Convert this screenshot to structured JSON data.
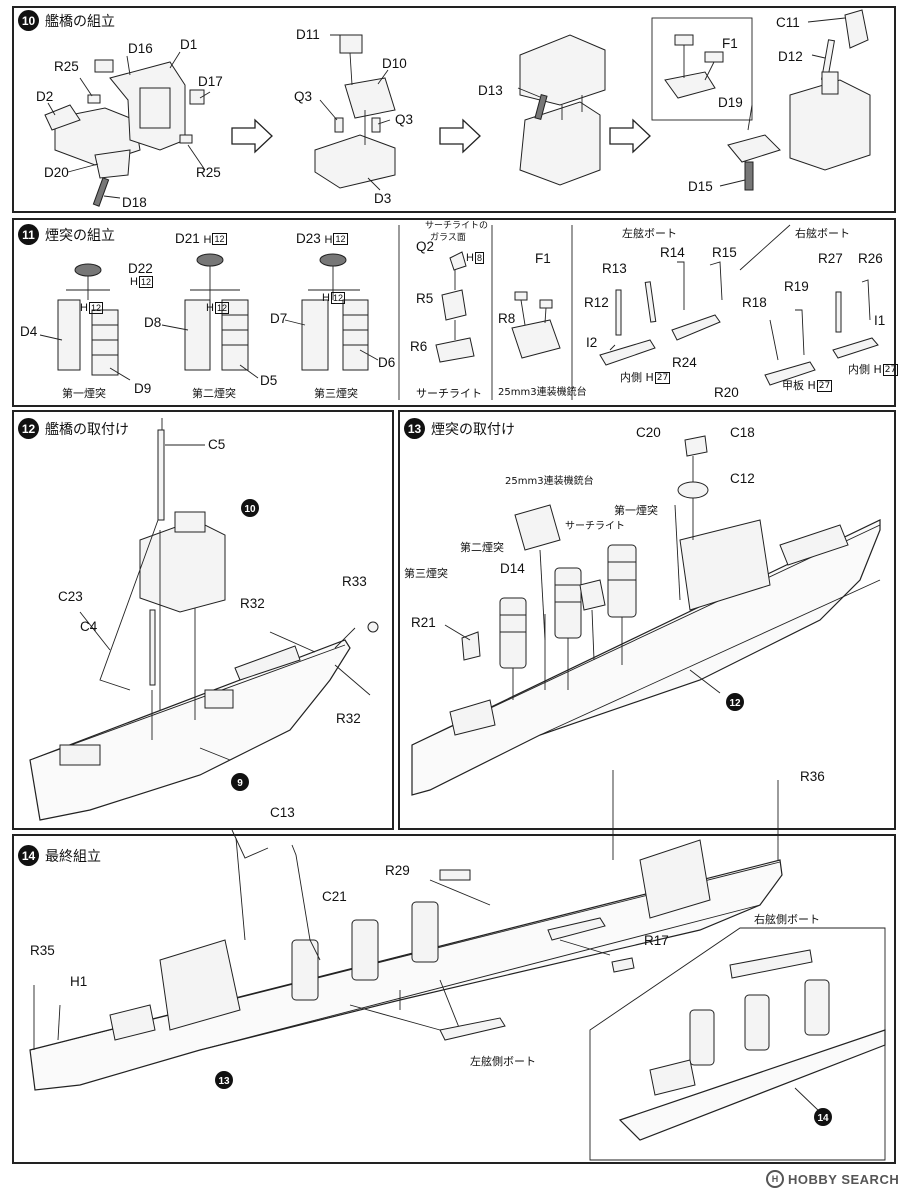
{
  "sections": [
    {
      "num": "10",
      "title": "艦橋の組立"
    },
    {
      "num": "11",
      "title": "煙突の組立"
    },
    {
      "num": "12",
      "title": "艦橋の取付け"
    },
    {
      "num": "13",
      "title": "煙突の取付け"
    },
    {
      "num": "14",
      "title": "最終組立"
    }
  ],
  "s10_labels": {
    "d16": "D16",
    "d1": "D1",
    "r25a": "R25",
    "d17": "D17",
    "d2": "D2",
    "d20": "D20",
    "r25b": "R25",
    "d18": "D18",
    "d11": "D11",
    "d10": "D10",
    "q3a": "Q3",
    "q3b": "Q3",
    "d3": "D3",
    "d13": "D13",
    "f1": "F1",
    "d19": "D19",
    "c11": "C11",
    "d12": "D12",
    "d15": "D15"
  },
  "s11_labels": {
    "d22": "D22",
    "h12a": "H",
    "h12a_box": "12",
    "h12b": "H",
    "h12b_box": "12",
    "d4": "D4",
    "d9": "D9",
    "funnel1": "第一煙突",
    "d21": "D21",
    "d21_h": "H",
    "d21_box": "12",
    "h12c": "H",
    "h12c_box": "12",
    "d8": "D8",
    "d5": "D5",
    "funnel2": "第二煙突",
    "d23": "D23",
    "d23_h": "H",
    "d23_box": "12",
    "h12d": "H",
    "h12d_box": "12",
    "d7": "D7",
    "d6": "D6",
    "funnel3": "第三煙突",
    "searchlight_glass": "サーチライトの",
    "searchlight_glass2": "ガラス面",
    "q2": "Q2",
    "q2_h": "H",
    "q2_box": "8",
    "r5": "R5",
    "r6": "R6",
    "searchlight": "サーチライト",
    "f1": "F1",
    "r8": "R8",
    "mount": "25mm3連装機銃台",
    "port_boat": "左舷ボート",
    "r13": "R13",
    "r14": "R14",
    "r15": "R15",
    "r12": "R12",
    "i2": "I2",
    "r24": "R24",
    "inner_a": "内側",
    "inner_a_box": "27",
    "starboard_boat": "右舷ボート",
    "r27": "R27",
    "r26": "R26",
    "r18": "R18",
    "r19": "R19",
    "i1": "I1",
    "r20": "R20",
    "deck": "甲板",
    "deck_box": "27",
    "inner_b": "内側",
    "inner_b_box": "27"
  },
  "s12_labels": {
    "c5": "C5",
    "c23": "C23",
    "c4": "C4",
    "r33": "R33",
    "r32a": "R32",
    "r32b": "R32",
    "ref10": "10",
    "ref9": "9"
  },
  "s13_labels": {
    "c20": "C20",
    "c18": "C18",
    "c12": "C12",
    "mount": "25mm3連装機銃台",
    "funnel1": "第一煙突",
    "searchlight": "サーチライト",
    "funnel2": "第二煙突",
    "funnel3": "第三煙突",
    "d14": "D14",
    "r21": "R21",
    "ref12": "12"
  },
  "s14_labels": {
    "c13": "C13",
    "c21": "C21",
    "r29": "R29",
    "r36": "R36",
    "r35": "R35",
    "h1": "H1",
    "r17": "R17",
    "port_side_boat": "左舷側ボート",
    "starboard_side_boat": "右舷側ボート",
    "ref13": "13",
    "ref14": "14"
  },
  "watermark": {
    "brand": "HOBBY SEARCH",
    "mark": "H"
  }
}
